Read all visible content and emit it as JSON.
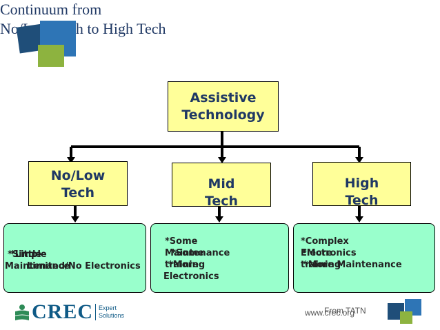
{
  "title": {
    "line1": "Continuum from",
    "line2": "No/Low Tech to High Tech"
  },
  "root": {
    "line1": "Assistive",
    "line2": "Technology"
  },
  "categories": [
    {
      "line1": "No/Low",
      "line2": "Tech"
    },
    {
      "line1": "Mid",
      "line2": "Tech"
    },
    {
      "line1": "High",
      "line2": "Tech"
    }
  ],
  "descriptions": {
    "nolow": {
      "overlap_a": "*Simple",
      "overlap_b": "*Little",
      "line2_a": "Maintenance",
      "line2_b": "Limited/No Electronics"
    },
    "mid": {
      "line1": "*Some",
      "line2_a": "Maintenance",
      "line2_b": "*Some",
      "line3_a": "training",
      "line3_b": "*More",
      "line4": "Electronics"
    },
    "high": {
      "line1": "*Complex",
      "line2_a": "Electronics",
      "line2_b": "*More",
      "line3_a": "training",
      "line3_b": "*More Maintenance"
    }
  },
  "footer": {
    "logo_text": "CREC",
    "logo_tagline_1": "Expert",
    "logo_tagline_2": "Solutions",
    "url": "www.crec.org",
    "credit": "From TATN"
  },
  "colors": {
    "title": "#1f3864",
    "yellow_box": "#ffff99",
    "green_box": "#99ffcc",
    "square_dark": "#1f4e79",
    "square_light": "#2e75b6",
    "square_green": "#8db33f"
  },
  "icons": {
    "logo_mark": "crec-logo-icon",
    "decorative_squares": "decorative-squares-icon"
  }
}
